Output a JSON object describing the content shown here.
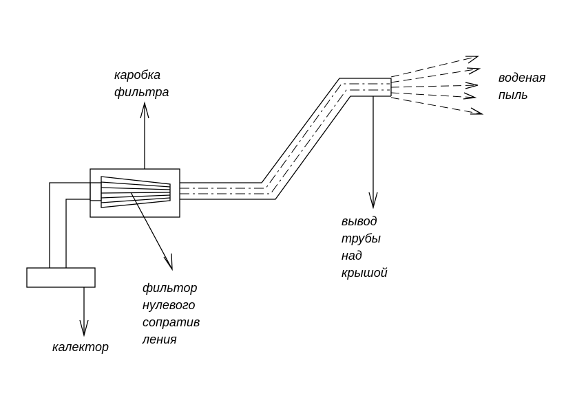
{
  "labels": {
    "filter_box": [
      "каробка",
      "фильтра"
    ],
    "water_dust": [
      "воденая",
      "пыль"
    ],
    "pipe_outlet": [
      "вывод",
      "трубы",
      "над",
      "крышой"
    ],
    "zero_resistance_filter": [
      "фильтор",
      "нулевого",
      "сопратив",
      "ления"
    ],
    "collector": [
      "калектор"
    ]
  }
}
